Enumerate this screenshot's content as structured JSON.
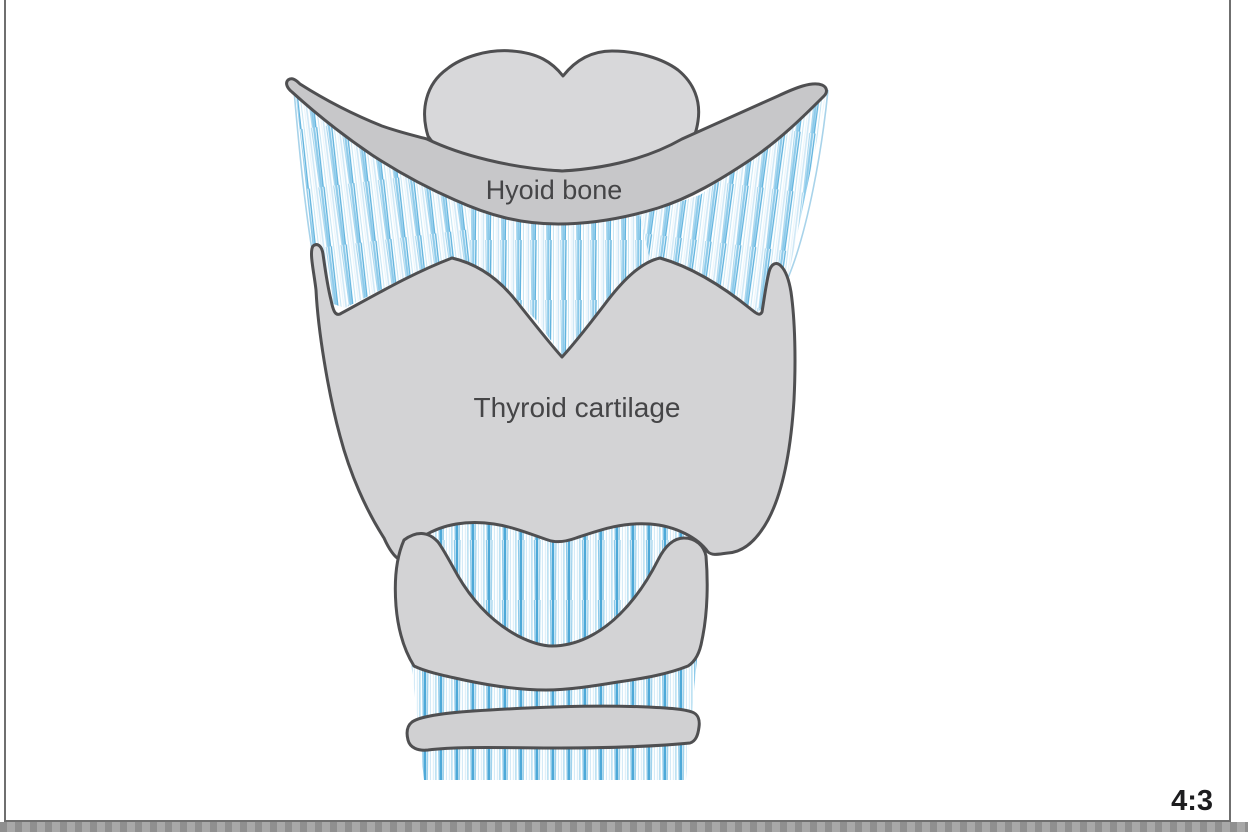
{
  "diagram": {
    "labels": {
      "hyoid_bone": "Hyoid bone",
      "thyroid_cartilage": "Thyroid cartilage"
    },
    "badge": {
      "aspect_ratio": "4:3"
    },
    "colors": {
      "cartilage_fill": "#d3d3d5",
      "hyoid_fill": "#c7c7c9",
      "epiglottis_fill": "#d8d8da",
      "outline": "#4f4f51",
      "membrane_blue_strong": "#62b4de",
      "membrane_blue_light": "#cfe8f6",
      "frame_border": "#6f6f6f",
      "bottom_strip": "#9e9e9e",
      "label_text": "#454547",
      "badge_text": "#1d1d1f"
    }
  }
}
